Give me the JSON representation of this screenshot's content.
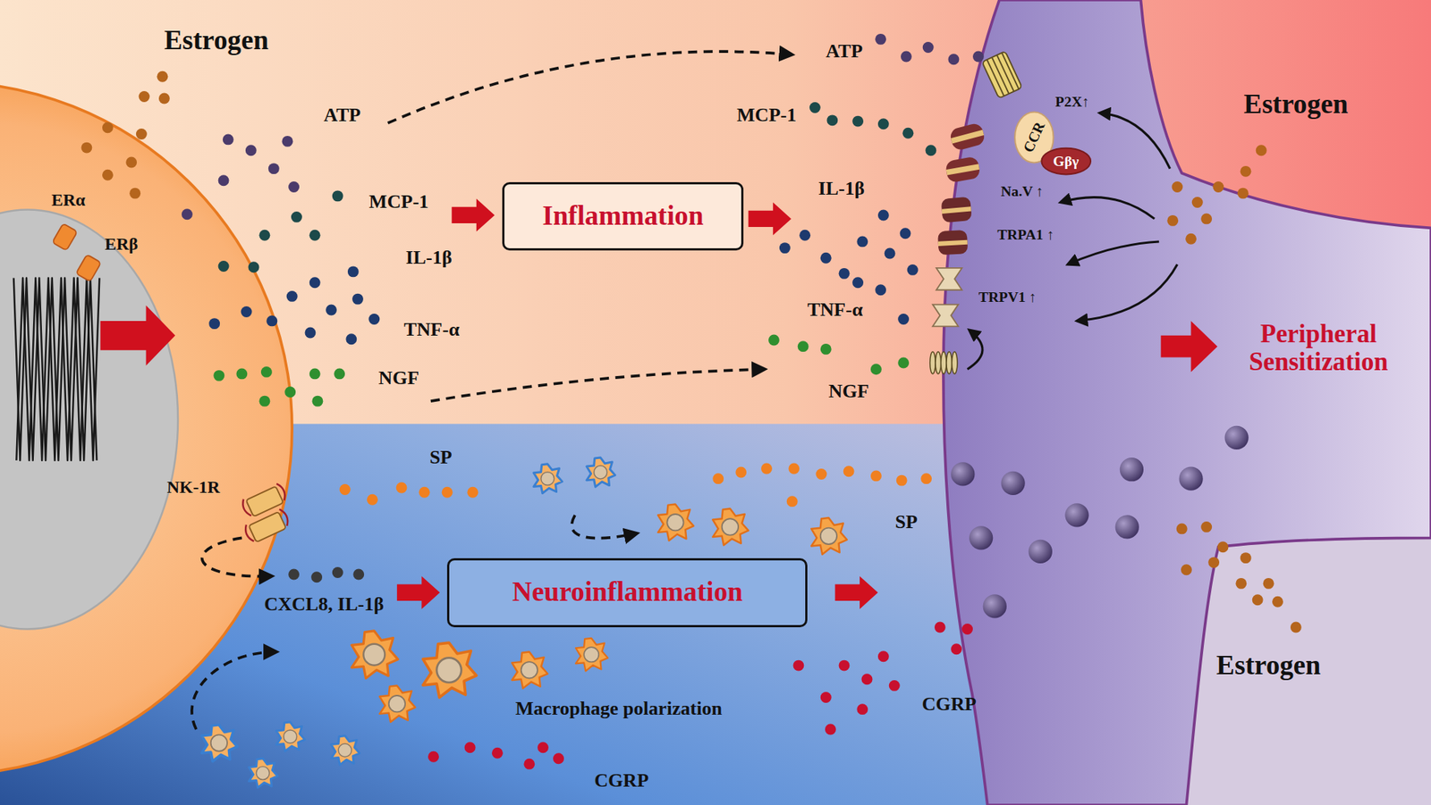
{
  "diagram": {
    "nodes": [
      {
        "text": [
          "CCR"
        ]
      },
      {
        "text": [
          "Gβγ"
        ]
      },
      {
        "text": [
          "Inflammation"
        ]
      },
      {
        "text": [
          "Neuroinflammation"
        ]
      }
    ],
    "labels": [
      "Estrogen",
      "ATP",
      "Estrogen",
      "P2X↑",
      "ATP",
      "MCP-1",
      "Na.V ↑",
      "ERα",
      "IL-1β",
      "MCP-1",
      "TRPA1 ↑",
      "ERβ",
      "IL-1β",
      "TRPV1 ↑",
      "TNF-α",
      "TNF-α",
      "Peripheral Sensitization",
      "NGF",
      "NGF",
      "SP",
      "NK-1R",
      "SP",
      "CXCL8, IL-1β",
      "Estrogen",
      "Macrophage polarization",
      "CGRP",
      "CGRP"
    ]
  }
}
